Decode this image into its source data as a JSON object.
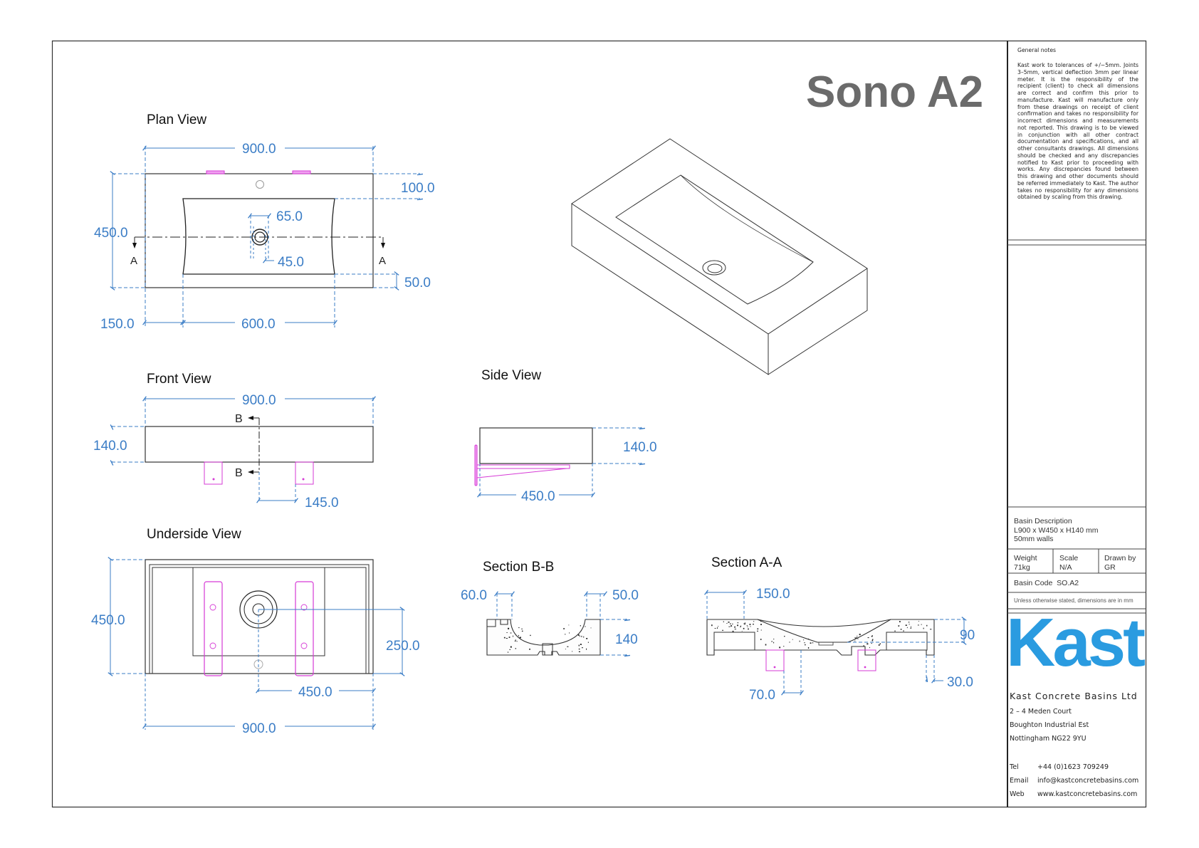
{
  "drawing": {
    "title": "Sono A2",
    "views": {
      "plan": "Plan View",
      "front": "Front View",
      "side": "Side View",
      "underside": "Underside View",
      "section_bb": "Section B-B",
      "section_aa": "Section A-A"
    },
    "section_markers": {
      "a": "A",
      "b": "B"
    },
    "dimensions": {
      "plan": {
        "width": "900.0",
        "depth": "450.0",
        "back_margin": "100.0",
        "front_margin": "50.0",
        "side_offset": "150.0",
        "bowl_length": "600.0",
        "waste_outer": "65.0",
        "waste_inner": "45.0"
      },
      "front": {
        "width": "900.0",
        "height": "140.0",
        "bracket_offset": "145.0"
      },
      "side": {
        "depth": "450.0",
        "height": "140.0"
      },
      "underside": {
        "depth": "450.0",
        "waste_from_front": "250.0",
        "waste_from_side": "450.0",
        "width": "900.0"
      },
      "section_bb": {
        "back_wall": "60.0",
        "front_wall": "50.0",
        "height": "140"
      },
      "section_aa": {
        "side_offset": "150.0",
        "bowl_depth": "90",
        "bracket_offset": "70.0",
        "wall": "30.0"
      }
    },
    "colors": {
      "dimension": "#3b7dc6",
      "bracket": "#d63ad6",
      "outline": "#333333",
      "title": "#6b6b6b",
      "brand": "#2a9be0"
    }
  },
  "title_block": {
    "notes_heading": "General notes",
    "notes_body": "Kast work to tolerances of +/−5mm. Joints 3–5mm, vertical deflection 3mm per linear meter. It is the responsibility of the recipient (client) to check all dimensions are correct and confirm this prior to manufacture. Kast will manufacture only from these drawings on receipt of client confirmation and takes no responsibility for incorrect dimensions and measurements not reported. This drawing is to be viewed in conjunction with all other contract documentation and specifications, and all other consultants drawings. All dimensions should be checked and any discrepancies notified to Kast prior to proceeding with works. Any discrepancies found between this drawing and other documents should be referred immediately to Kast. The author takes no responsibility for any dimensions obtained by scaling from this drawing.",
    "basin_description_label": "Basin Description",
    "basin_description_line1": "L900 x W450 x H140 mm",
    "basin_description_line2": "50mm walls",
    "weight_label": "Weight",
    "weight_value": "71kg",
    "scale_label": "Scale",
    "scale_value": "N/A",
    "drawn_by_label": "Drawn by",
    "drawn_by_value": "GR",
    "basin_code_label": "Basin Code",
    "basin_code_value": "SO.A2",
    "units_note": "Unless otherwise stated, dimensions are in mm",
    "logo_text": "Kast",
    "company_name": "Kast Concrete Basins Ltd",
    "address_line1": "2 – 4 Meden Court",
    "address_line2": "Boughton Industrial Est",
    "address_line3": "Nottingham NG22 9YU",
    "tel_label": "Tel",
    "tel_value": "+44 (0)1623 709249",
    "email_label": "Email",
    "email_value": "info@kastconcretebasins.com",
    "web_label": "Web",
    "web_value": "www.kastconcretebasins.com"
  }
}
